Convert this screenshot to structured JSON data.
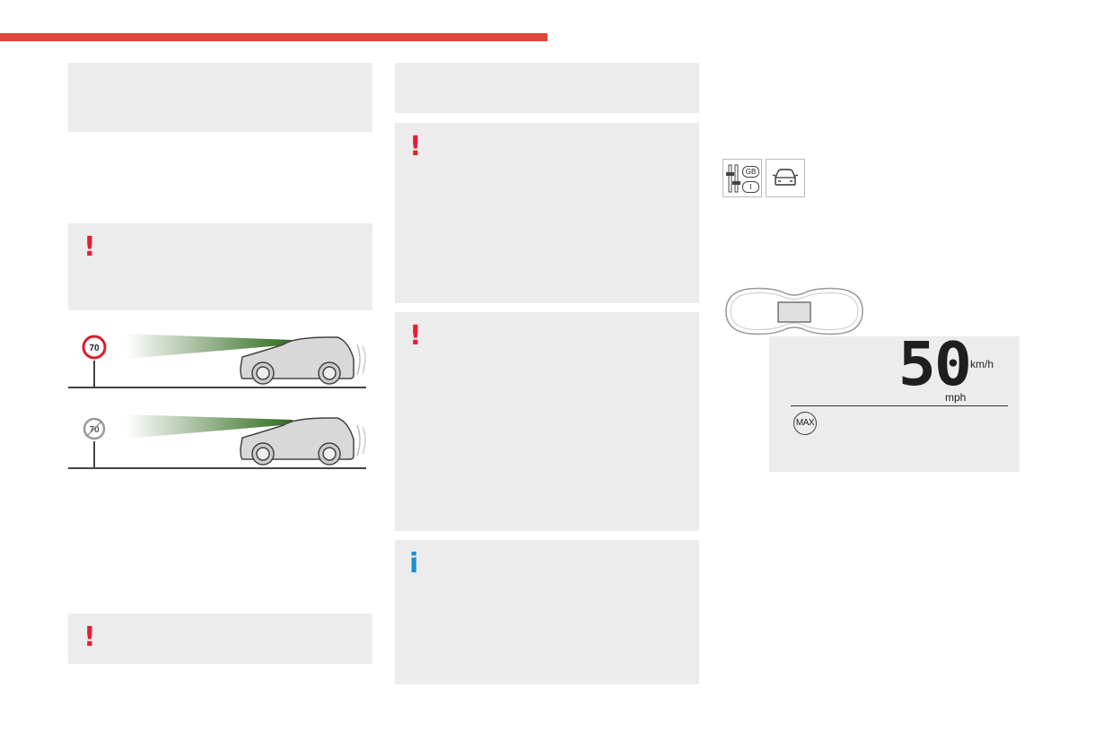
{
  "header": {
    "accent_color": "#e2463a"
  },
  "colors": {
    "warning": "#e0203a",
    "info": "#1e8fd1",
    "panel": "#ececec"
  },
  "notices": {
    "warning_symbol": "!",
    "info_symbol": "i"
  },
  "illustrations": {
    "sign_top": {
      "speed_limit": "70",
      "state": "active"
    },
    "sign_bottom": {
      "speed_limit": "70",
      "state": "end-of-limit"
    }
  },
  "controls": {
    "settings_icon": {
      "name": "driving-settings-icon",
      "badge_top": "GB",
      "badge_bottom": "I"
    },
    "vehicle_icon": {
      "name": "vehicle-front-icon"
    }
  },
  "display": {
    "speed": "50",
    "unit_primary": "km/h",
    "unit_secondary": "mph",
    "max_badge": "MAX"
  }
}
